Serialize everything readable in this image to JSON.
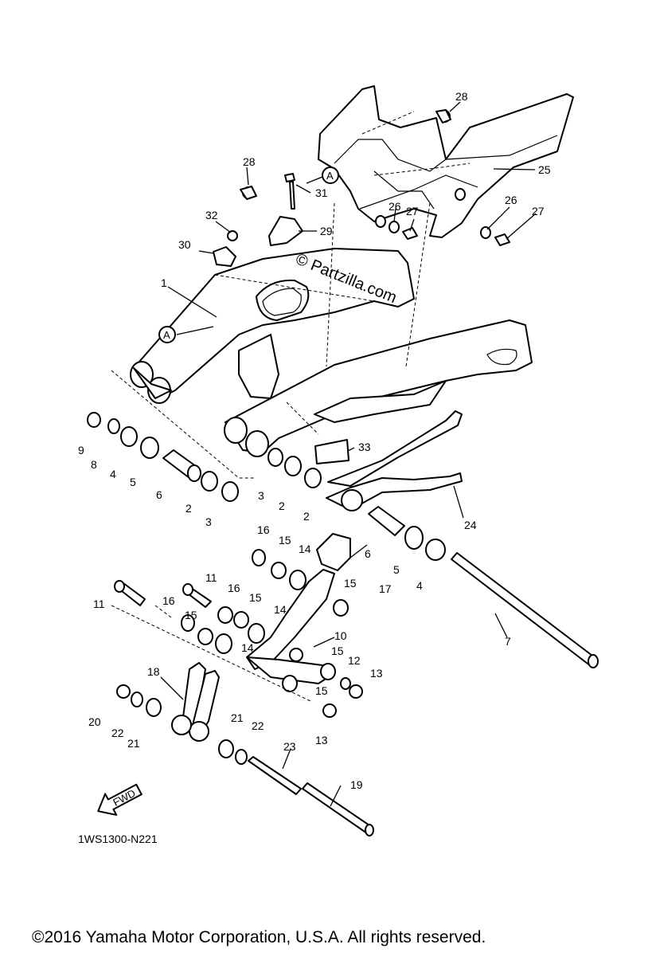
{
  "diagram_code": "1WS1300-N221",
  "copyright": "©2016 Yamaha Motor Corporation, U.S.A. All rights reserved.",
  "watermark": "© Partzilla.com",
  "fwd_label": "FWD",
  "ref_marker": "A",
  "callouts": [
    {
      "label": "28"
    },
    {
      "label": "28"
    },
    {
      "label": "25"
    },
    {
      "label": "31"
    },
    {
      "label": "26"
    },
    {
      "label": "27"
    },
    {
      "label": "26"
    },
    {
      "label": "27"
    },
    {
      "label": "32"
    },
    {
      "label": "29"
    },
    {
      "label": "30"
    },
    {
      "label": "1"
    },
    {
      "label": "9"
    },
    {
      "label": "8"
    },
    {
      "label": "4"
    },
    {
      "label": "5"
    },
    {
      "label": "6"
    },
    {
      "label": "2"
    },
    {
      "label": "3"
    },
    {
      "label": "3"
    },
    {
      "label": "2"
    },
    {
      "label": "2"
    },
    {
      "label": "33"
    },
    {
      "label": "24"
    },
    {
      "label": "16"
    },
    {
      "label": "15"
    },
    {
      "label": "14"
    },
    {
      "label": "6"
    },
    {
      "label": "17"
    },
    {
      "label": "5"
    },
    {
      "label": "4"
    },
    {
      "label": "15"
    },
    {
      "label": "11"
    },
    {
      "label": "11"
    },
    {
      "label": "16"
    },
    {
      "label": "15"
    },
    {
      "label": "16"
    },
    {
      "label": "15"
    },
    {
      "label": "14"
    },
    {
      "label": "14"
    },
    {
      "label": "10"
    },
    {
      "label": "7"
    },
    {
      "label": "15"
    },
    {
      "label": "12"
    },
    {
      "label": "13"
    },
    {
      "label": "15"
    },
    {
      "label": "18"
    },
    {
      "label": "20"
    },
    {
      "label": "22"
    },
    {
      "label": "21"
    },
    {
      "label": "13"
    },
    {
      "label": "21"
    },
    {
      "label": "22"
    },
    {
      "label": "23"
    },
    {
      "label": "19"
    }
  ]
}
